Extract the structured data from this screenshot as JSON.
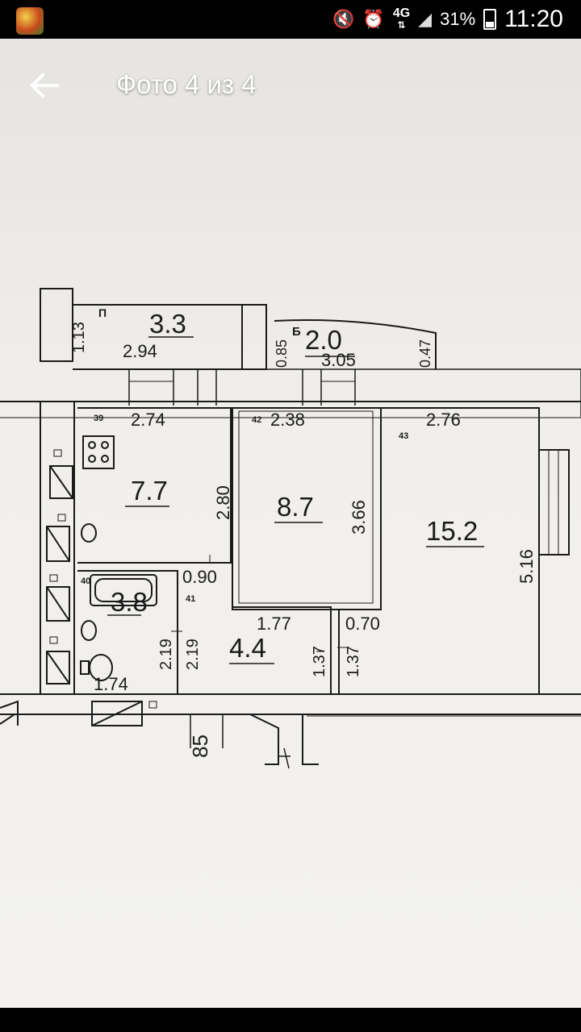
{
  "status_bar": {
    "time": "11:20",
    "battery": "31%",
    "network": "4G",
    "icons": [
      "app-icon",
      "mute-vibrate-icon",
      "alarm-icon",
      "data-arrows-icon",
      "signal-icon",
      "battery-icon"
    ]
  },
  "toolbar": {
    "back_icon": "arrow-left-icon",
    "title": "Фото 4 из 4"
  },
  "floor_plan": {
    "rooms": [
      {
        "id": "balcony-left",
        "area": "3.3",
        "width": "2.94",
        "height": "1.13"
      },
      {
        "id": "balcony-right",
        "area": "2.0",
        "width": "3.05",
        "left_depth": "0.85",
        "right_depth": "0.47"
      },
      {
        "id": "kitchen",
        "area": "7.7",
        "width": "2.74",
        "height": "2.80",
        "number": "39"
      },
      {
        "id": "room-middle",
        "area": "8.7",
        "width": "2.38",
        "height": "3.66",
        "number": "42"
      },
      {
        "id": "room-right",
        "area": "15.2",
        "width": "2.76",
        "height": "5.16",
        "number": "43"
      },
      {
        "id": "bathroom",
        "area": "3.8",
        "width": "1.74",
        "height": "2.19",
        "number": "40"
      },
      {
        "id": "hallway",
        "area": "4.4",
        "width": "0.90",
        "height": "2.19",
        "number": "41"
      },
      {
        "id": "closet",
        "width": "1.77",
        "depth": "1.37"
      },
      {
        "id": "closet-2",
        "width": "0.70",
        "depth": "1.37"
      }
    ],
    "labels": {
      "balcony_mark": "Б",
      "balcony_mark_2": "П",
      "entry_width": "85"
    }
  }
}
